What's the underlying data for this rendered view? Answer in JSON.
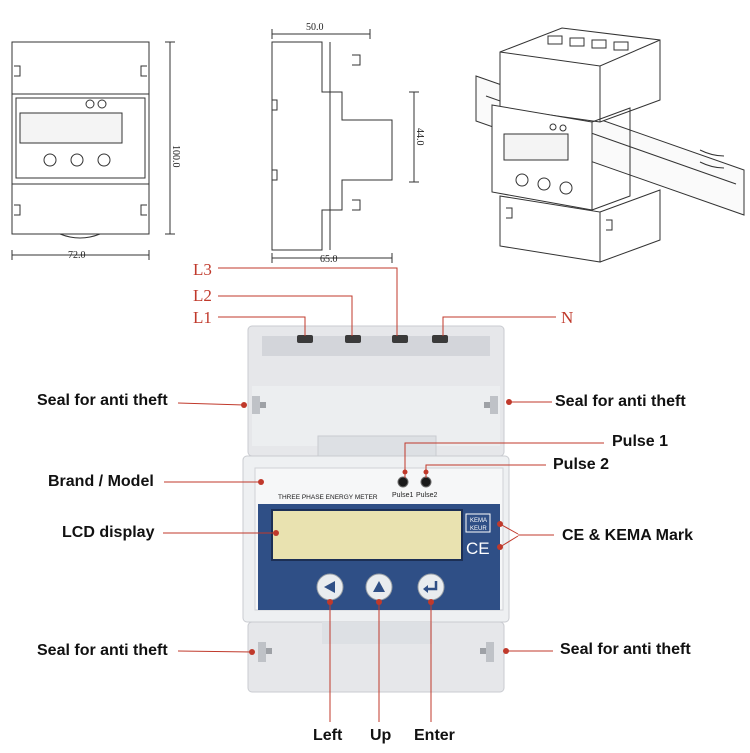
{
  "dimensions": {
    "front_width": "72.0",
    "front_height": "100.0",
    "side_top": "50.0",
    "side_height": "44.0",
    "side_bottom": "65.0"
  },
  "terminals": {
    "l1": "L1",
    "l2": "L2",
    "l3": "L3",
    "n": "N"
  },
  "callouts": {
    "seal_top_left": "Seal for anti theft",
    "seal_top_right": "Seal for anti theft",
    "pulse1": "Pulse 1",
    "pulse2": "Pulse 2",
    "brand_model": "Brand / Model",
    "lcd_display": "LCD display",
    "ce_kema": "CE & KEMA Mark",
    "seal_bottom_left": "Seal for anti theft",
    "seal_bottom_right": "Seal for anti theft",
    "left": "Left",
    "up": "Up",
    "enter": "Enter"
  },
  "meter": {
    "panel_title": "THREE PHASE ENERGY METER",
    "pulse1_small": "Pulse1",
    "pulse2_small": "Pulse2",
    "kema_top": "KEMA",
    "kema_bottom": "KEUR",
    "ce_mark": "CE"
  },
  "colors": {
    "callout_red": "#c0392b",
    "panel_blue": "#2f4f86",
    "lcd_yellow": "#e9e2b0",
    "housing": "#e6e7ea"
  }
}
